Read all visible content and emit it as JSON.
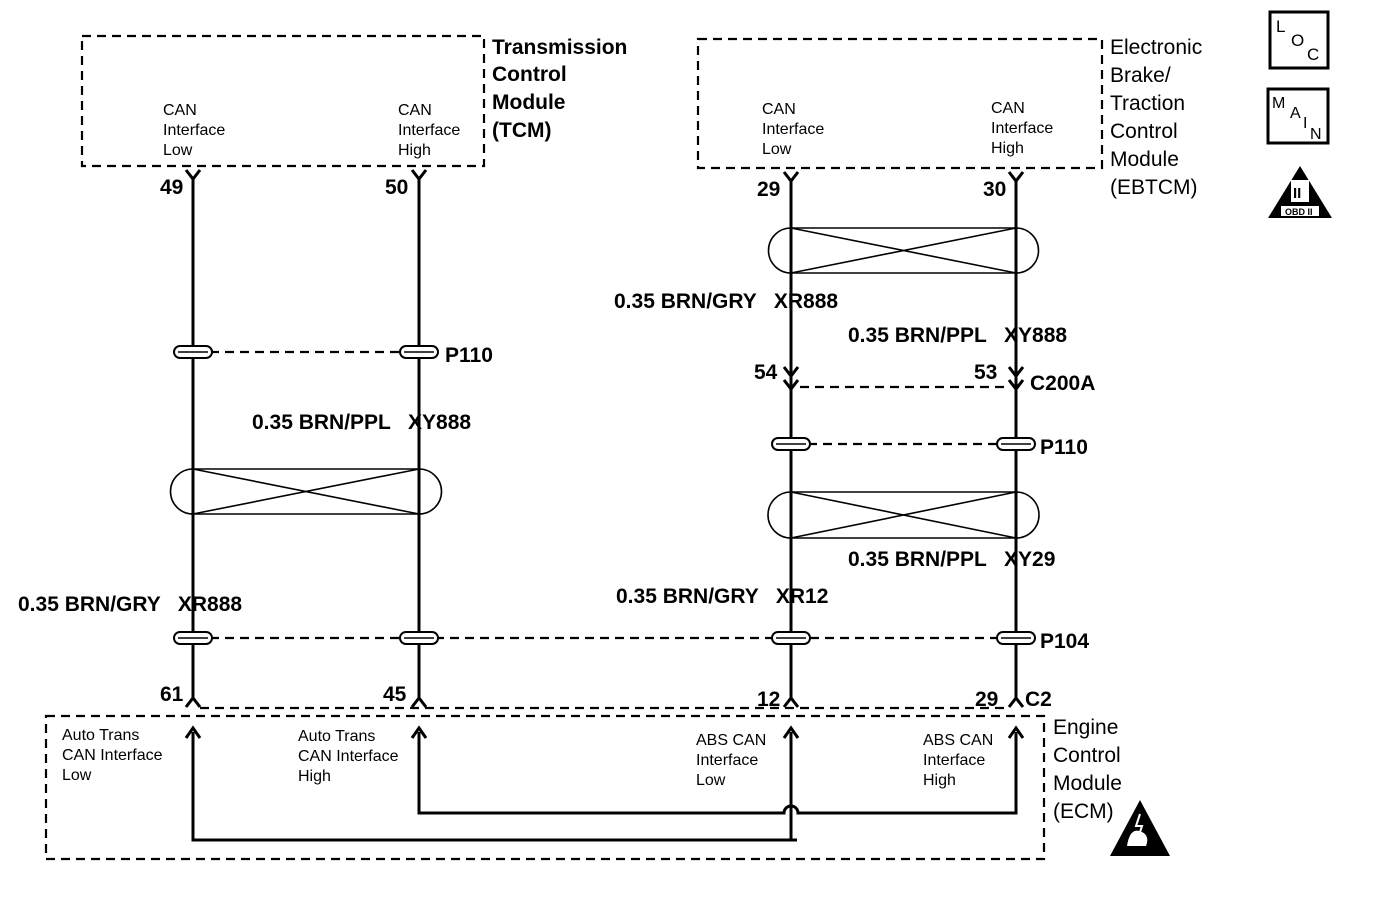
{
  "modules": {
    "tcm": {
      "name_lines": [
        "Transmission",
        "Control",
        "Module",
        "(TCM)"
      ]
    },
    "ebtcm": {
      "name_lines": [
        "Electronic",
        "Brake/",
        "Traction",
        "Control",
        "Module",
        "(EBTCM)"
      ]
    },
    "ecm": {
      "name_lines": [
        "Engine",
        "Control",
        "Module",
        "(ECM)"
      ]
    }
  },
  "tcm_terminals": {
    "low_lines": [
      "CAN",
      "Interface",
      "Low"
    ],
    "high_lines": [
      "CAN",
      "Interface",
      "High"
    ],
    "low_pin": "49",
    "high_pin": "50"
  },
  "ebtcm_terminals": {
    "low_lines": [
      "CAN",
      "Interface",
      "Low"
    ],
    "high_lines": [
      "CAN",
      "Interface",
      "High"
    ],
    "low_pin": "29",
    "high_pin": "30"
  },
  "ecm_terminals": {
    "at_low_lines": [
      "Auto Trans",
      "CAN Interface",
      "Low"
    ],
    "at_high_lines": [
      "Auto Trans",
      "CAN Interface",
      "High"
    ],
    "abs_low_lines": [
      "ABS CAN",
      "Interface",
      "Low"
    ],
    "abs_high_lines": [
      "ABS CAN",
      "Interface",
      "High"
    ],
    "pins": [
      "61",
      "45",
      "12",
      "29"
    ],
    "connector": "C2"
  },
  "wires": {
    "tcm_high": "0.35 BRN/PPL   XY888",
    "tcm_low": "0.35 BRN/GRY   XR888",
    "ebtcm_low_upper": "0.35 BRN/GRY   XR888",
    "ebtcm_high_upper": "0.35 BRN/PPL   XY888",
    "ebtcm_high_lower": "0.35 BRN/PPL   XY29",
    "ebtcm_low_lower": "0.35 BRN/GRY   XR12"
  },
  "splices": {
    "tcm": "P110",
    "ebtcm": "P110",
    "ecm": "P104"
  },
  "inline_connector": {
    "name": "C200A",
    "low_pin": "54",
    "high_pin": "53"
  },
  "icons": {
    "loc": {
      "letters": [
        "L",
        "O",
        "C"
      ]
    },
    "main": {
      "letters": [
        "M",
        "A",
        "I",
        "N"
      ]
    },
    "obd": {
      "numeral": "II",
      "text": "OBD II"
    },
    "esd": "esd-warning-icon"
  }
}
